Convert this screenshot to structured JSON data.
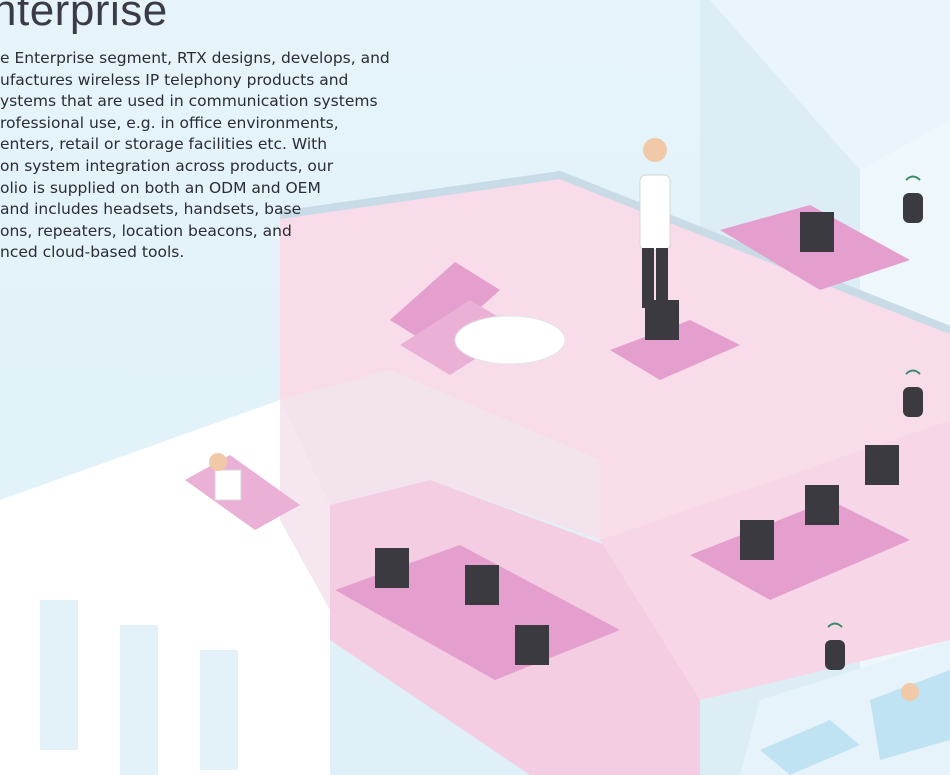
{
  "section": {
    "title": "nterprise",
    "paragraph_lines": [
      "e Enterprise segment, RTX designs, develops, and",
      "ufactures wireless IP telephony products and",
      "ystems that are used in communication systems",
      "rofessional use, e.g. in office environments,",
      "enters, retail or storage facilities etc. With",
      "on system integration across products, our",
      "olio is supplied on both an ODM and OEM",
      "and includes headsets, handsets, base",
      "ons, repeaters, location beacons, and",
      "nced cloud-based tools."
    ]
  },
  "colors": {
    "background": "#e6f4fa",
    "floor_pink": "#f6d4e6",
    "furniture_pink": "#e59fcf",
    "wall_white": "#ffffff",
    "device_dark": "#3a3a40",
    "text": "#2c2c34"
  },
  "illustration": {
    "icons": [
      "wireless-beacon-icon",
      "headset-speech-bubble-icon",
      "computer-monitor-icon",
      "office-chair-icon"
    ]
  }
}
